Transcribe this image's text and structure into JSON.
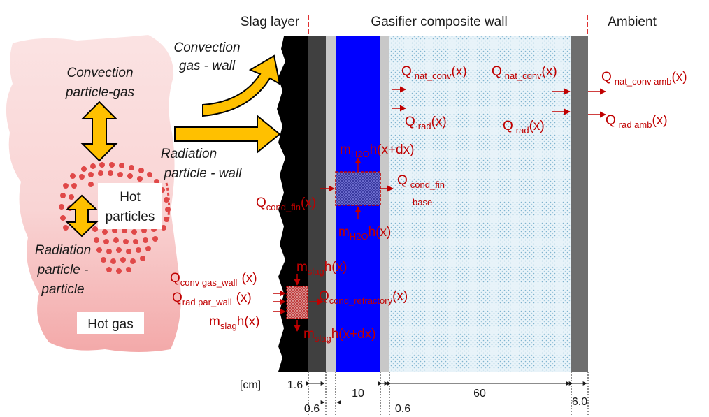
{
  "headers": {
    "slag_layer": "Slag layer",
    "wall": "Gasifier composite wall",
    "ambient": "Ambient"
  },
  "left_labels": {
    "convection_pg_1": "Convection",
    "convection_pg_2": "particle-gas",
    "radiation_pp_1": "Radiation",
    "radiation_pp_2": "particle -",
    "radiation_pp_3": "particle",
    "hot_particles_1": "Hot",
    "hot_particles_2": "particles",
    "hot_gas": "Hot gas",
    "convection_gw_1": "Convection",
    "convection_gw_2": "gas - wall",
    "radiation_pw_1": "Radiation",
    "radiation_pw_2": "particle - wall"
  },
  "fluxes": {
    "q_nat_conv_1": {
      "base": "Q",
      "sub": "nat_conv",
      "arg": "(x)"
    },
    "q_nat_conv_2": {
      "base": "Q",
      "sub": "nat_conv",
      "arg": "(x)"
    },
    "q_nat_conv_amb": {
      "base": "Q",
      "sub": "nat_conv amb",
      "arg": "(x)"
    },
    "q_rad_1": {
      "base": "Q",
      "sub": "rad",
      "arg": "(x)"
    },
    "q_rad_2": {
      "base": "Q",
      "sub": "rad",
      "arg": "(x)"
    },
    "q_rad_amb": {
      "base": "Q",
      "sub": "rad amb",
      "arg": "(x)"
    },
    "m_h2o_top": {
      "base": "m",
      "sub": "H2O",
      "arg": "h(x+dx)"
    },
    "m_h2o_bottom": {
      "base": "m",
      "sub": "H2O",
      "arg": "h(x)"
    },
    "q_cond_fin_left": {
      "base": "Q",
      "sub": "cond_fin",
      "arg": "(x)"
    },
    "q_cond_fin_right": {
      "base": "Q",
      "sub": "cond_fin",
      "sub2": "base"
    },
    "m_slag_top": {
      "base": "m",
      "sub": "slag",
      "arg": "h(x)"
    },
    "m_slag_left": {
      "base": "m",
      "sub": "slag",
      "arg": "h(x)"
    },
    "m_slag_bottom": {
      "base": "m",
      "sub": "slag",
      "arg": "h(x+dx)"
    },
    "q_conv_gas_wall": {
      "base": "Q",
      "sub": "conv gas_wall",
      "arg": "(x)"
    },
    "q_rad_par_wall": {
      "base": "Q",
      "sub": "rad par_wall",
      "arg": "(x)"
    },
    "q_cond_refractory": {
      "base": "Q",
      "sub": "cond_refractory",
      "arg": "(x)"
    }
  },
  "dimensions": {
    "unit": "[cm]",
    "d1": "1.6",
    "d2": "0.6",
    "d3": "10",
    "d4": "0.6",
    "d5": "60",
    "d6": "6.0"
  },
  "colors": {
    "slag": "#000000",
    "refractory": "#404040",
    "steel": "#c8c8c8",
    "water": "#0000ff",
    "insulation": "#ddeef6",
    "outer_shell": "#6e6e6e",
    "flux_red": "#c00000",
    "arrow_orange": "#ffc000",
    "gas_cloud": "#f8c8c8"
  }
}
